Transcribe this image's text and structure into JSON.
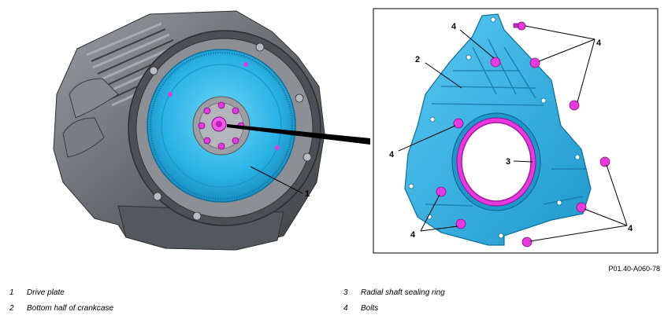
{
  "figure_id": "P01.40-A060-78",
  "callouts": {
    "c1": "1",
    "c2": "2",
    "c3": "3",
    "c4": "4"
  },
  "legend": [
    {
      "num": "1",
      "text": "Drive plate"
    },
    {
      "num": "2",
      "text": "Bottom half of crankcase"
    },
    {
      "num": "3",
      "text": "Radial shaft sealing ring"
    },
    {
      "num": "4",
      "text": "Bolts"
    }
  ],
  "colors": {
    "part_blue": "#29b6e8",
    "part_magenta": "#e838e0",
    "engine_gray": "#6f7276"
  }
}
